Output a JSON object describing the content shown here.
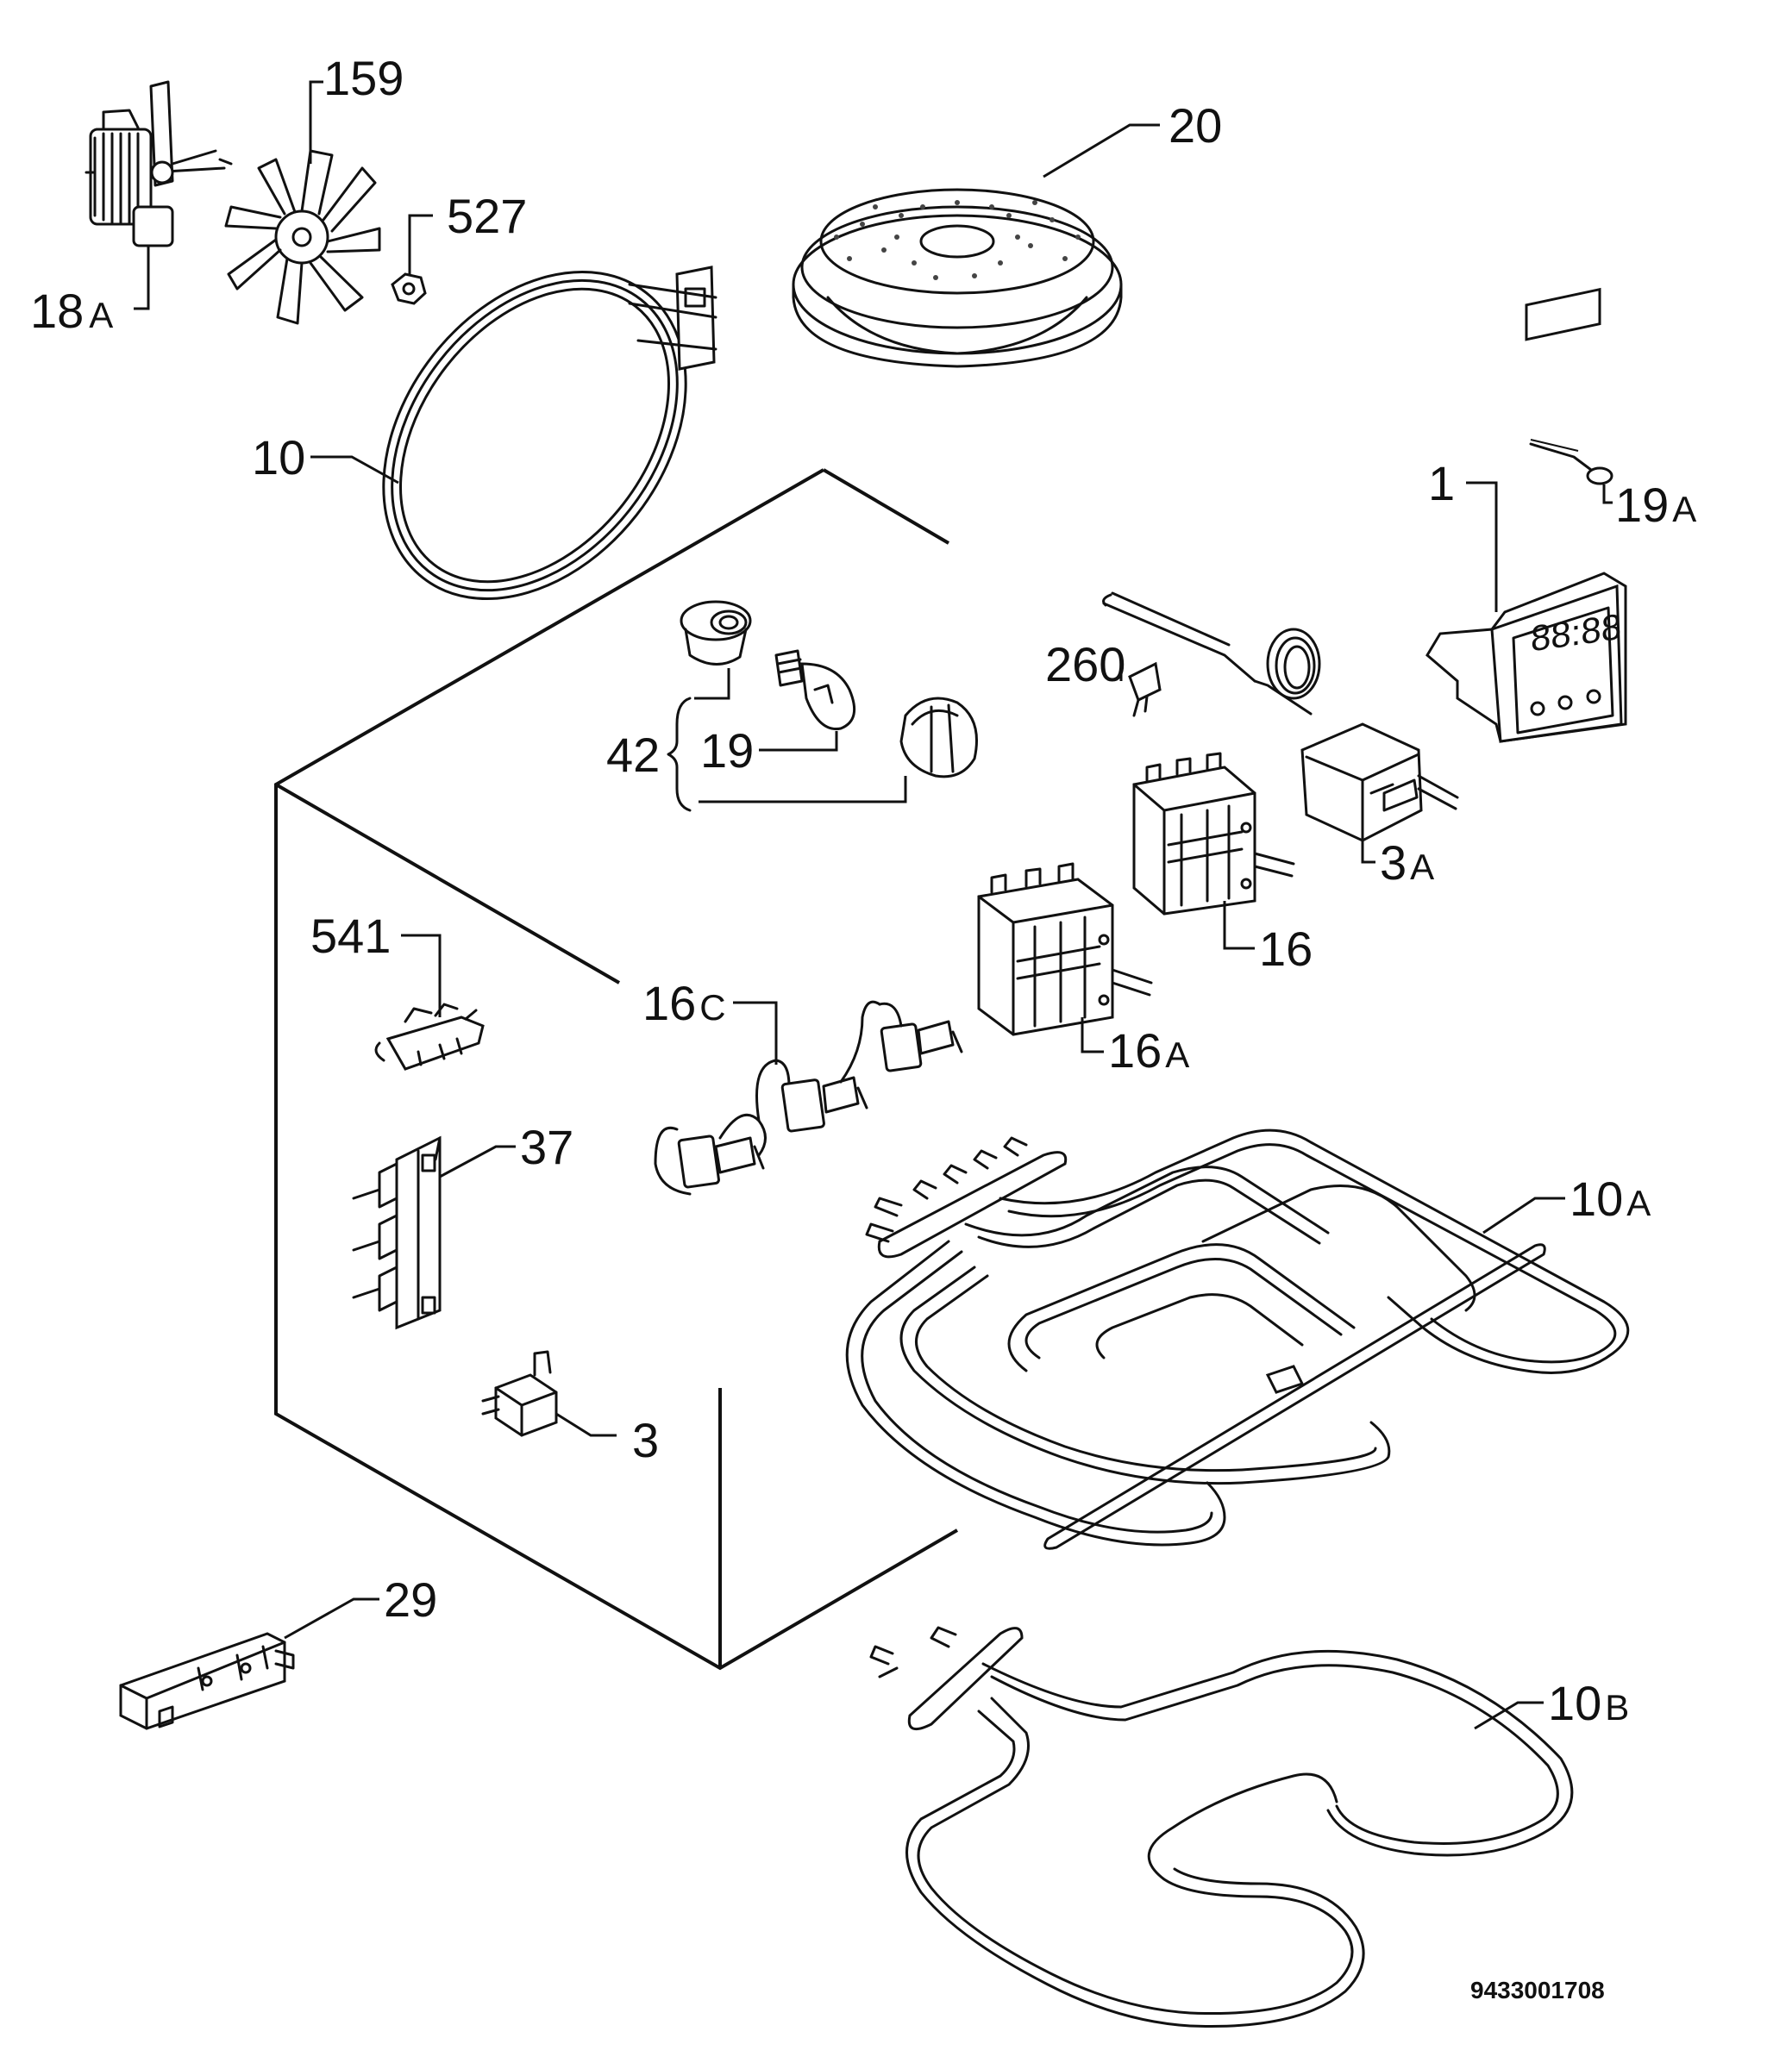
{
  "labels": {
    "p18a_num": "18",
    "p18a_suf": "A",
    "p159": "159",
    "p527": "527",
    "p20": "20",
    "p10": "10",
    "p1": "1",
    "p19a_num": "19",
    "p19a_suf": "A",
    "p260": "260",
    "p42": "42",
    "p19": "19",
    "p3a_num": "3",
    "p3a_suf": "A",
    "p16": "16",
    "p16a_num": "16",
    "p16a_suf": "A",
    "p541": "541",
    "p16c_num": "16",
    "p16c_suf": "C",
    "p37": "37",
    "p10a_num": "10",
    "p10a_suf": "A",
    "p3": "3",
    "p29": "29",
    "p10b_num": "10",
    "p10b_suf": "B"
  },
  "document_number": "9433001708",
  "colors": {
    "line": "#111111",
    "background": "#ffffff"
  }
}
